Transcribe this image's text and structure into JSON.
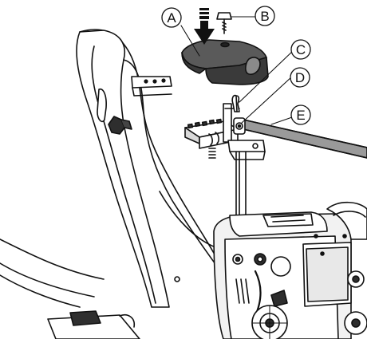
{
  "callouts": [
    {
      "id": "A",
      "label": "A"
    },
    {
      "id": "B",
      "label": "B"
    },
    {
      "id": "C",
      "label": "C"
    },
    {
      "id": "D",
      "label": "D"
    },
    {
      "id": "E",
      "label": "E"
    }
  ],
  "colors": {
    "line": "#111111",
    "cap_dark": "#3a3a3a",
    "cap_mid": "#5a5a5a",
    "rod": "#9a9a9a",
    "panel_light": "#f2f2f2",
    "shade": "#d9d9d9"
  },
  "icons": {
    "arrow": "down-arrow-icon",
    "screw": "screw-icon",
    "pin": "cotter-pin-icon"
  }
}
